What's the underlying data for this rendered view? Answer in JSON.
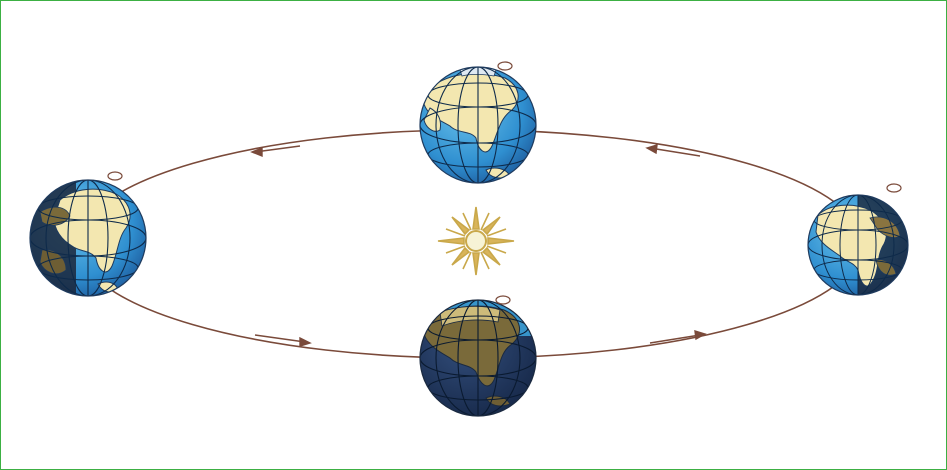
{
  "figure": {
    "subject": "earth-orbit-around-sun",
    "colors": {
      "border": "#3cb043",
      "orbit": "#7a4a3a",
      "ocean_lit": "#3a9fd6",
      "ocean_dark": "#1d3f73",
      "land_lit": "#f3e7b0",
      "land_dark": "#7a6a3a",
      "night_shade": "#1b2234",
      "graticule": "#0e2a4a",
      "sun_core": "#f7f3d6",
      "sun_rays": "#c9a84a"
    },
    "icons": [
      "sun-icon",
      "earth-globe-icon",
      "orbit-arrow-icon",
      "rotation-arrow-icon"
    ],
    "earth_positions": [
      "top",
      "right",
      "bottom",
      "left"
    ]
  }
}
